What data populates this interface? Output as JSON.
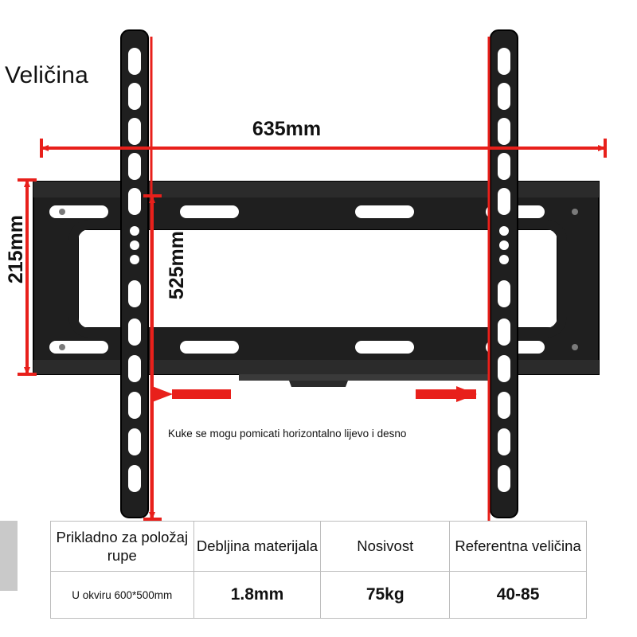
{
  "diagram": {
    "title_label": "Veličina",
    "dimensions": {
      "width_label": "635mm",
      "height_outer_label": "215mm",
      "height_inner_label": "525mm"
    },
    "note": "Kuke se mogu pomicati horizontalno lijevo i desno",
    "arrows": {
      "left_arrow": "arrow-left",
      "right_arrow": "arrow-right"
    },
    "colors": {
      "dimension_red": "#e8201b",
      "bracket_black": "#1a1a1a",
      "table_border": "#bdbdbd"
    }
  },
  "spec_table": {
    "headers": [
      "Prikladno za položaj rupe",
      "Debljina materijala",
      "Nosivost",
      "Referentna veličina"
    ],
    "values": [
      "U okviru 600*500mm",
      "1.8mm",
      "75kg",
      "40-85"
    ]
  }
}
